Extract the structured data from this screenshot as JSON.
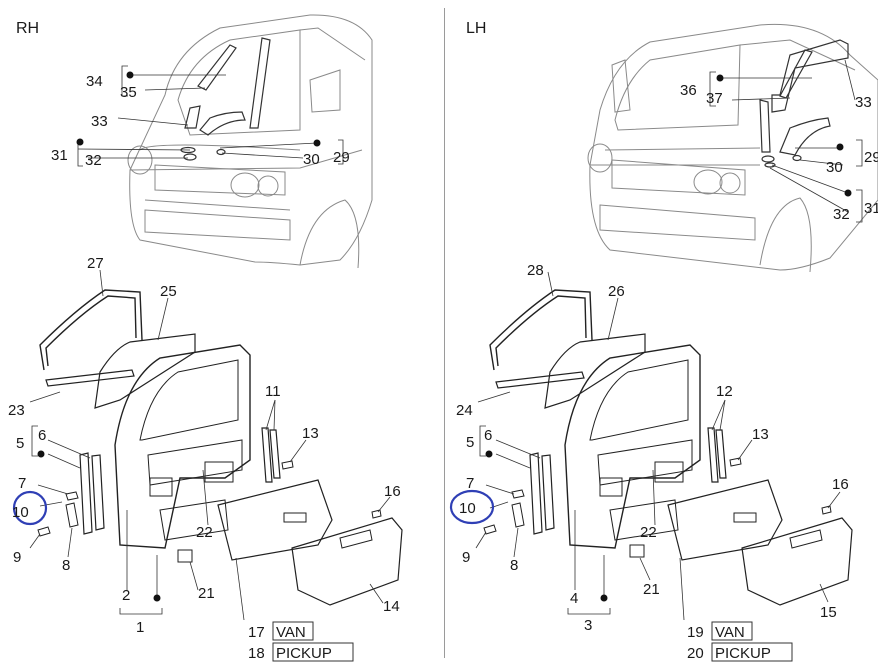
{
  "panels": [
    {
      "title": "RH",
      "labels": {
        "l34": "34",
        "l35": "35",
        "l33": "33",
        "l31": "31",
        "l32": "32",
        "l29": "29",
        "l30": "30",
        "l27": "27",
        "l25": "25",
        "l23": "23",
        "l6": "6",
        "l5": "5",
        "l7": "7",
        "l10": "10",
        "l9": "9",
        "l8": "8",
        "l11": "11",
        "l13": "13",
        "l22": "22",
        "l16": "16",
        "l2": "2",
        "l1": "1",
        "l21": "21",
        "l14": "14",
        "n_van": "17",
        "t_van": "VAN",
        "n_pickup": "18",
        "t_pickup": "PICKUP"
      }
    },
    {
      "title": "LH",
      "labels": {
        "l36": "36",
        "l37": "37",
        "l33": "33",
        "l29": "29",
        "l30": "30",
        "l31": "31",
        "l32": "32",
        "l28": "28",
        "l26": "26",
        "l24": "24",
        "l6": "6",
        "l5": "5",
        "l7": "7",
        "l10": "10",
        "l9": "9",
        "l8": "8",
        "l12": "12",
        "l13": "13",
        "l22": "22",
        "l16": "16",
        "l4": "4",
        "l3": "3",
        "l21": "21",
        "l15": "15",
        "n_van": "19",
        "t_van": "VAN",
        "n_pickup": "20",
        "t_pickup": "PICKUP"
      }
    }
  ],
  "highlight_color": "#2f3fb5"
}
